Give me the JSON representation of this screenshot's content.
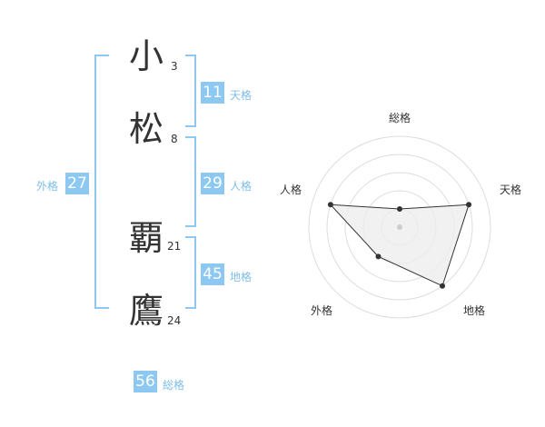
{
  "name": {
    "characters": [
      {
        "char": "小",
        "strokes": "3"
      },
      {
        "char": "松",
        "strokes": "8"
      },
      {
        "char": "覇",
        "strokes": "21"
      },
      {
        "char": "鷹",
        "strokes": "24"
      }
    ]
  },
  "fortunes": {
    "tenkaku": {
      "value": "11",
      "label": "天格"
    },
    "jinkaku": {
      "value": "29",
      "label": "人格"
    },
    "chikaku": {
      "value": "45",
      "label": "地格"
    },
    "gaikaku": {
      "value": "27",
      "label": "外格"
    },
    "soukaku": {
      "value": "56",
      "label": "総格"
    }
  },
  "chart_data": {
    "type": "radar",
    "axes": [
      "総格",
      "天格",
      "地格",
      "外格",
      "人格"
    ],
    "values": [
      1,
      4,
      4,
      2,
      4
    ],
    "max": 5,
    "colors": {
      "grid": "#dddddd",
      "fill": "#eeeeee",
      "line": "#333333",
      "point": "#333333",
      "center": "#cccccc"
    }
  }
}
